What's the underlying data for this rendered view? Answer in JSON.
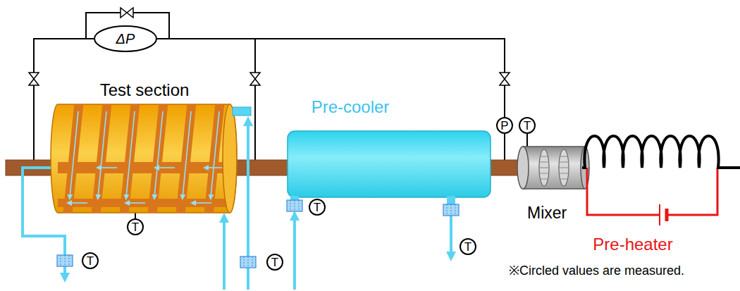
{
  "diagram": {
    "nodes": [
      {
        "text": [
          "ΔP"
        ]
      },
      {
        "text": [
          "P"
        ]
      },
      {
        "text": [
          "T"
        ]
      },
      {
        "text": [
          "T"
        ]
      },
      {
        "text": [
          "T"
        ]
      },
      {
        "text": [
          "T"
        ]
      },
      {
        "text": [
          "T"
        ]
      },
      {
        "text": [
          "T"
        ]
      }
    ],
    "labels": [
      "Test section",
      "Pre-cooler",
      "Mixer",
      "Pre-heater",
      "※Circled values are measured."
    ]
  }
}
